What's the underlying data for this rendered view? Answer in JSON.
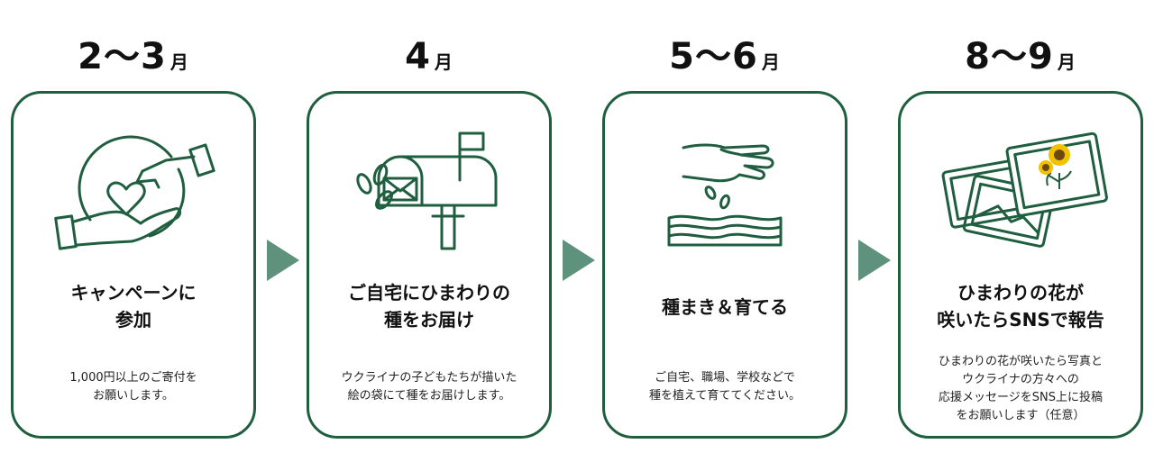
{
  "steps": [
    {
      "period": "2〜3",
      "unit": "月",
      "icon": "hands-heart-donation-icon",
      "title_line1": "キャンペーンに",
      "title_line2": "参加",
      "desc_lines": [
        "1,000円以上のご寄付を",
        "お願いします。"
      ]
    },
    {
      "period": "4",
      "unit": "月",
      "icon": "seeds-mailbox-icon",
      "title_line1": "ご自宅にひまわりの",
      "title_line2": "種をお届け",
      "desc_lines": [
        "ウクライナの子どもたちが描いた",
        "絵の袋にて種をお届けします。"
      ]
    },
    {
      "period": "5〜6",
      "unit": "月",
      "icon": "hand-sowing-seeds-icon",
      "title_line1": "種まき＆育てる",
      "title_line2": "",
      "desc_lines": [
        "ご自宅、職場、学校などで",
        "種を植えて育ててください。"
      ]
    },
    {
      "period": "8〜9",
      "unit": "月",
      "icon": "sunflower-photos-icon",
      "title_line1": "ひまわりの花が",
      "title_line2": "咲いたらSNSで報告",
      "desc_lines": [
        "ひまわりの花が咲いたら写真と",
        "ウクライナの方々への",
        "応援メッセージをSNS上に投稿",
        "をお願いします（任意）"
      ]
    }
  ],
  "colors": {
    "accent": "#1f5e3f",
    "arrow": "#5f927c",
    "sunflower_petal": "#f2c200",
    "sunflower_center": "#6b4a12"
  }
}
